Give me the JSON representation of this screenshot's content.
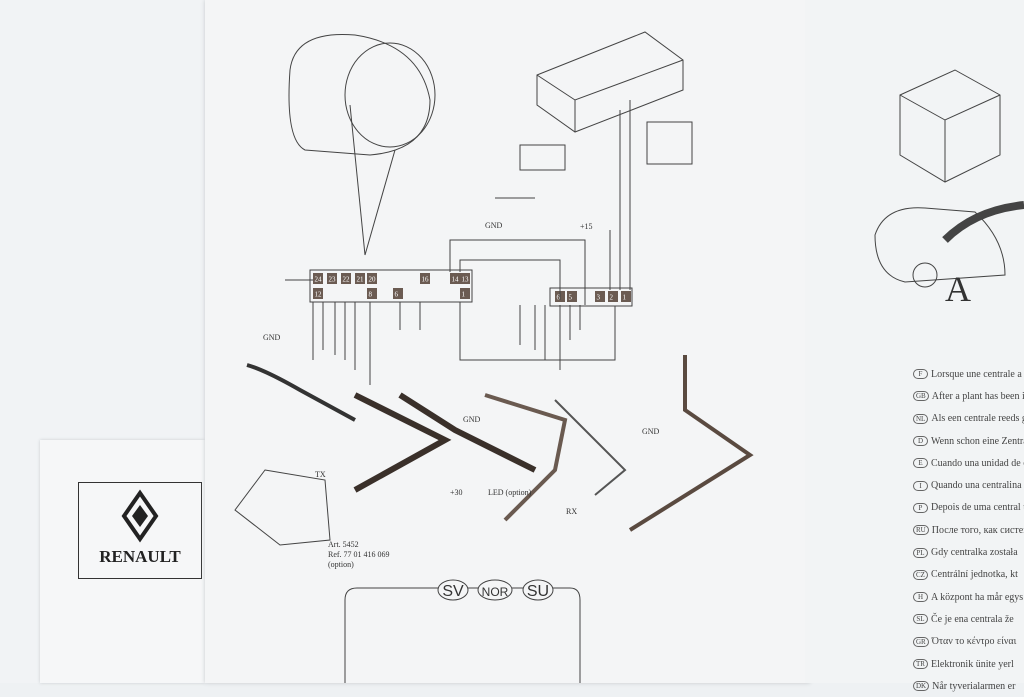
{
  "brand": {
    "name": "RENAULT"
  },
  "diagram": {
    "gnd_label": "GND",
    "plus15": "+15",
    "plus30": "+30",
    "tx": "TX",
    "rx": "RX",
    "led": "LED (option)",
    "art": "Art. 5452",
    "ref": "Ref. 77 01 416 069",
    "option": "(option)",
    "connector_a_top": [
      "24",
      "23",
      "22",
      "21",
      "20",
      "16",
      "14",
      "13"
    ],
    "connector_a_bottom": [
      "12",
      "8",
      "6",
      "1"
    ],
    "connector_b": [
      "6",
      "5",
      "3",
      "2",
      "1"
    ],
    "lang_badges": [
      "SV",
      "NOR",
      "SU"
    ]
  },
  "right_page": {
    "figure_label": "A",
    "languages": [
      {
        "code": "F",
        "text": "Lorsque une centrale a d"
      },
      {
        "code": "GB",
        "text": "After a plant has been in"
      },
      {
        "code": "NL",
        "text": "Als een centrale reeds g"
      },
      {
        "code": "D",
        "text": "Wenn schon eine Zentrale"
      },
      {
        "code": "E",
        "text": "Cuando una unidad de con"
      },
      {
        "code": "I",
        "text": "Quando una centralina è"
      },
      {
        "code": "P",
        "text": "Depois de uma central te"
      },
      {
        "code": "RU",
        "text": "После того, как система"
      },
      {
        "code": "PL",
        "text": "Gdy centralka została"
      },
      {
        "code": "CZ",
        "text": "Centrální jednotka, kt"
      },
      {
        "code": "H",
        "text": "A központ ha mår egys"
      },
      {
        "code": "SL",
        "text": "Če je ena centrala že"
      },
      {
        "code": "GR",
        "text": "Όταν το κέντρο είναι"
      },
      {
        "code": "TR",
        "text": "Elektronik ünite yerl"
      },
      {
        "code": "DK",
        "text": "Når tyverialarmen er"
      }
    ]
  }
}
